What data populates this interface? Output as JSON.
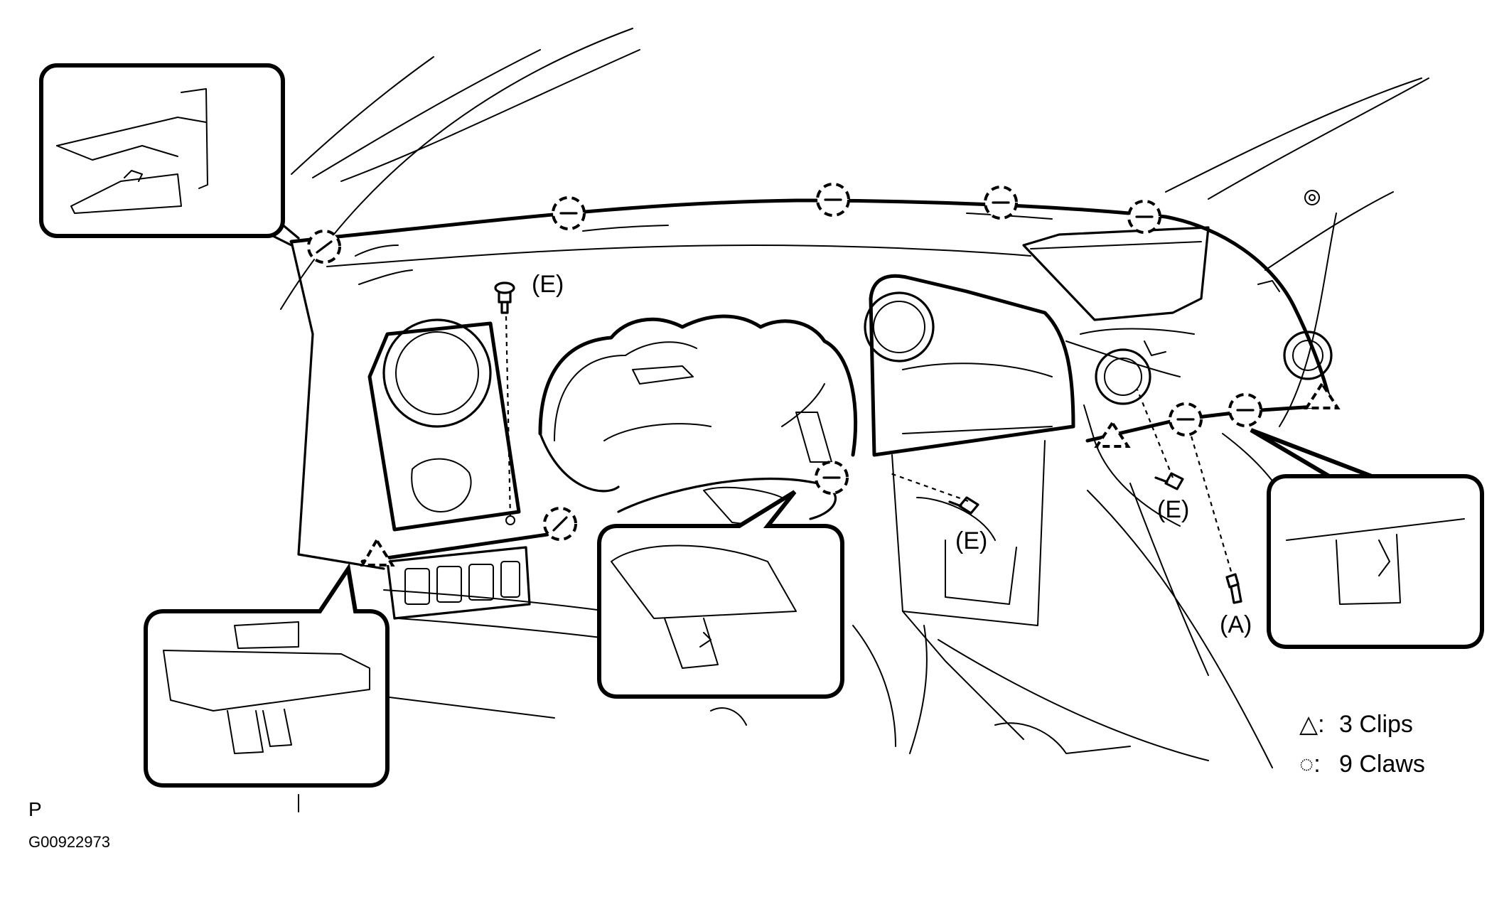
{
  "figure": {
    "view_label": "P",
    "figure_code": "G00922973"
  },
  "callouts": {
    "e1": "(E)",
    "e2": "(E)",
    "e3": "(E)",
    "a1": "(A)"
  },
  "legend": {
    "clips_symbol": "△:",
    "clips_text": "3 Clips",
    "claws_symbol": "◌:",
    "claws_text": "9 Claws"
  }
}
